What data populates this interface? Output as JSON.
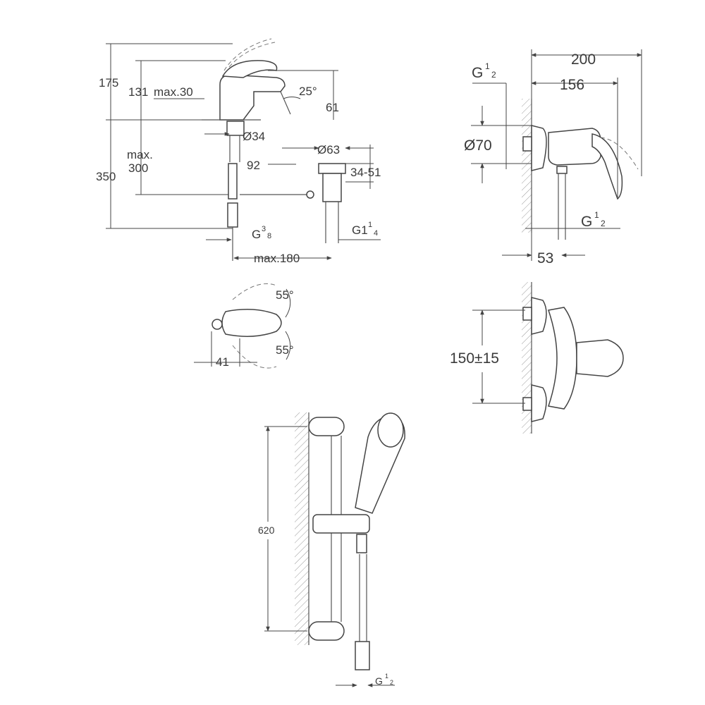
{
  "basin_mixer": {
    "elevation": {
      "height_175": "175",
      "dim_131": "131",
      "dim_max30": "max.30",
      "angle_25": "25°",
      "dim_61": "61",
      "dia_34": "Ø34",
      "dim_92": "92",
      "dia_63": "Ø63",
      "max_300_a": "max.",
      "max_300_b": "300",
      "height_350": "350",
      "range_34_51": "34-51",
      "thread_g38": "G",
      "thread_g38_num": "3",
      "thread_g38_den": "8",
      "thread_g114": "G1",
      "thread_g114_num": "1",
      "thread_g114_den": "4",
      "max_180": "max.180"
    },
    "plan": {
      "angle_top": "55°",
      "angle_bottom": "55°",
      "dim_41": "41"
    }
  },
  "shower_mixer": {
    "side": {
      "dim_200": "200",
      "dim_156": "156",
      "thread_top": "G",
      "thread_top_num": "1",
      "thread_top_den": "2",
      "dia_70": "Ø70",
      "thread_bottom": "G",
      "thread_bottom_num": "1",
      "thread_bottom_den": "2",
      "dim_53": "53"
    },
    "front": {
      "spacing": "150±15"
    }
  },
  "shower_rail": {
    "length": "620",
    "thread": "G",
    "thread_num": "1",
    "thread_den": "2"
  }
}
